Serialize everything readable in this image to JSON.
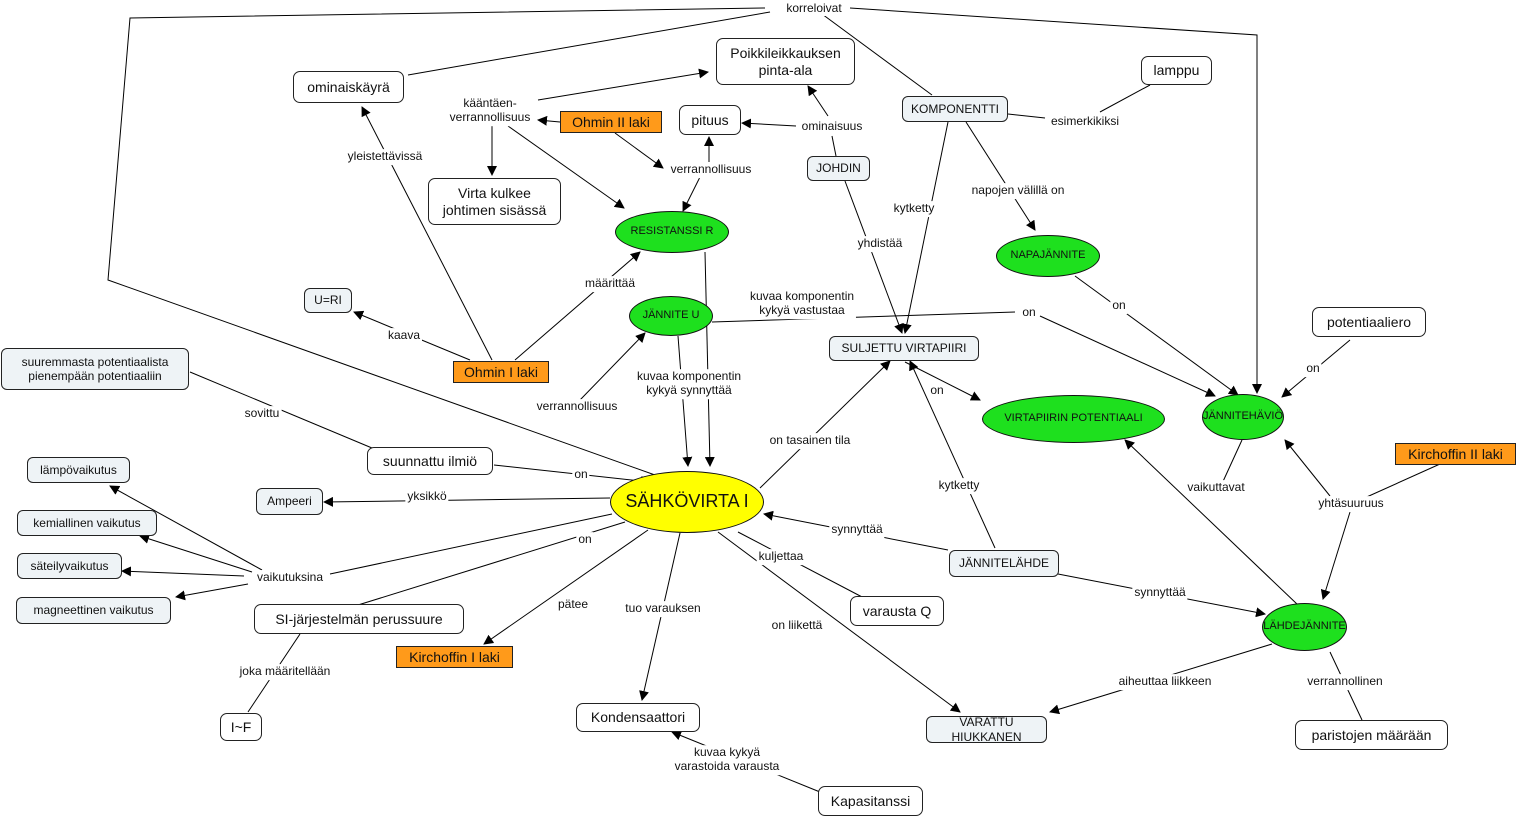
{
  "nodes": {
    "korreloivat_lbl": "korreloivat",
    "ominaiskayra": "ominaiskäyrä",
    "poikkileikkaus": "Poikkileikkauksen\npinta-ala",
    "lamppu": "lamppu",
    "komponentti": "KOMPONENTTI",
    "pituus": "pituus",
    "ohmin2": "Ohmin II laki",
    "johdin": "JOHDIN",
    "virta_kulkee": "Virta kulkee\njohtimen sisässä",
    "resistanssi": "RESISTANSSI R",
    "napajannite": "NAPAJÄNNITE",
    "uri": "U=RI",
    "jannite": "JÄNNITE U",
    "suljettu": "SULJETTU VIRTAPIIRI",
    "potentiaaliero": "potentiaaliero",
    "suuremmasta": "suuremmasta potentiaalista\npienempään potentiaaliin",
    "ohmin1": "Ohmin I laki",
    "virtapiirin_pot": "VIRTAPIIRIN POTENTIAALI",
    "jannitehavio": "JÄNNITEHÄVIÖ",
    "kirchhoff2": "Kirchoffin II laki",
    "suunnattu": "suunnattu ilmiö",
    "lampo": "lämpövaikutus",
    "ampeeri": "Ampeeri",
    "sahkovirta": "SÄHKÖVIRTA I",
    "kemiallinen": "kemiallinen vaikutus",
    "sateily": "säteilyvaikutus",
    "jannitelahde": "JÄNNITELÄHDE",
    "magneettinen": "magneettinen vaikutus",
    "varausta": "varausta Q",
    "si": "SI-järjestelmän perussuure",
    "lahdejannite": "LÄHDEJÄNNITE",
    "kirchhoff1": "Kirchoffin I laki",
    "ivf": "I~F",
    "kondensaattori": "Kondensaattori",
    "varattu": "VARATTU HIUKKANEN",
    "paristojen": "paristojen määrään",
    "kapasitanssi": "Kapasitanssi"
  },
  "labels": {
    "kaantaen": "kääntäen-\nverrannollisuus",
    "ominaisuus": "ominaisuus",
    "esimerkiksi": "esimerkikiksi",
    "verrannollisuus_top": "verrannollisuus",
    "yleistettavissa": "yleistettävissä",
    "kytketty_top": "kytketty",
    "napojen": "napojen välillä on",
    "yhdistaa": "yhdistää",
    "maarittaa": "määrittää",
    "kuvaa_vastustaa": "kuvaa komponentin\nkykyä vastustaa",
    "on_jannite": "on",
    "on_napa": "on",
    "kaava": "kaava",
    "on_pot": "on",
    "kuvaa_synnyttaa": "kuvaa komponentin\nkykyä synnyttää",
    "on_suljettu": "on",
    "verrannollisuus_u": "verrannollisuus",
    "sovittu": "sovittu",
    "on_tasainen": "on tasainen tila",
    "vaikuttavat": "vaikuttavat",
    "on_suunnattu": "on",
    "kytketty_lahde": "kytketty",
    "yhtasuuruus": "yhtäsuuruus",
    "yksikko": "yksikkö",
    "synnyttaa_virta": "synnyttää",
    "on_si": "on",
    "kuljettaa": "kuljettaa",
    "vaikutuksina": "vaikutuksina",
    "synnyttaa_lahde": "synnyttää",
    "patee": "pätee",
    "tuo_varauksen": "tuo varauksen",
    "on_liiketta": "on liikettä",
    "joka_maaritellaan": "joka määritellään",
    "aiheuttaa": "aiheuttaa liikkeen",
    "verrannollinen": "verrannollinen",
    "kuvaa_kykya": "kuvaa kykyä\nvarastoida varausta"
  }
}
